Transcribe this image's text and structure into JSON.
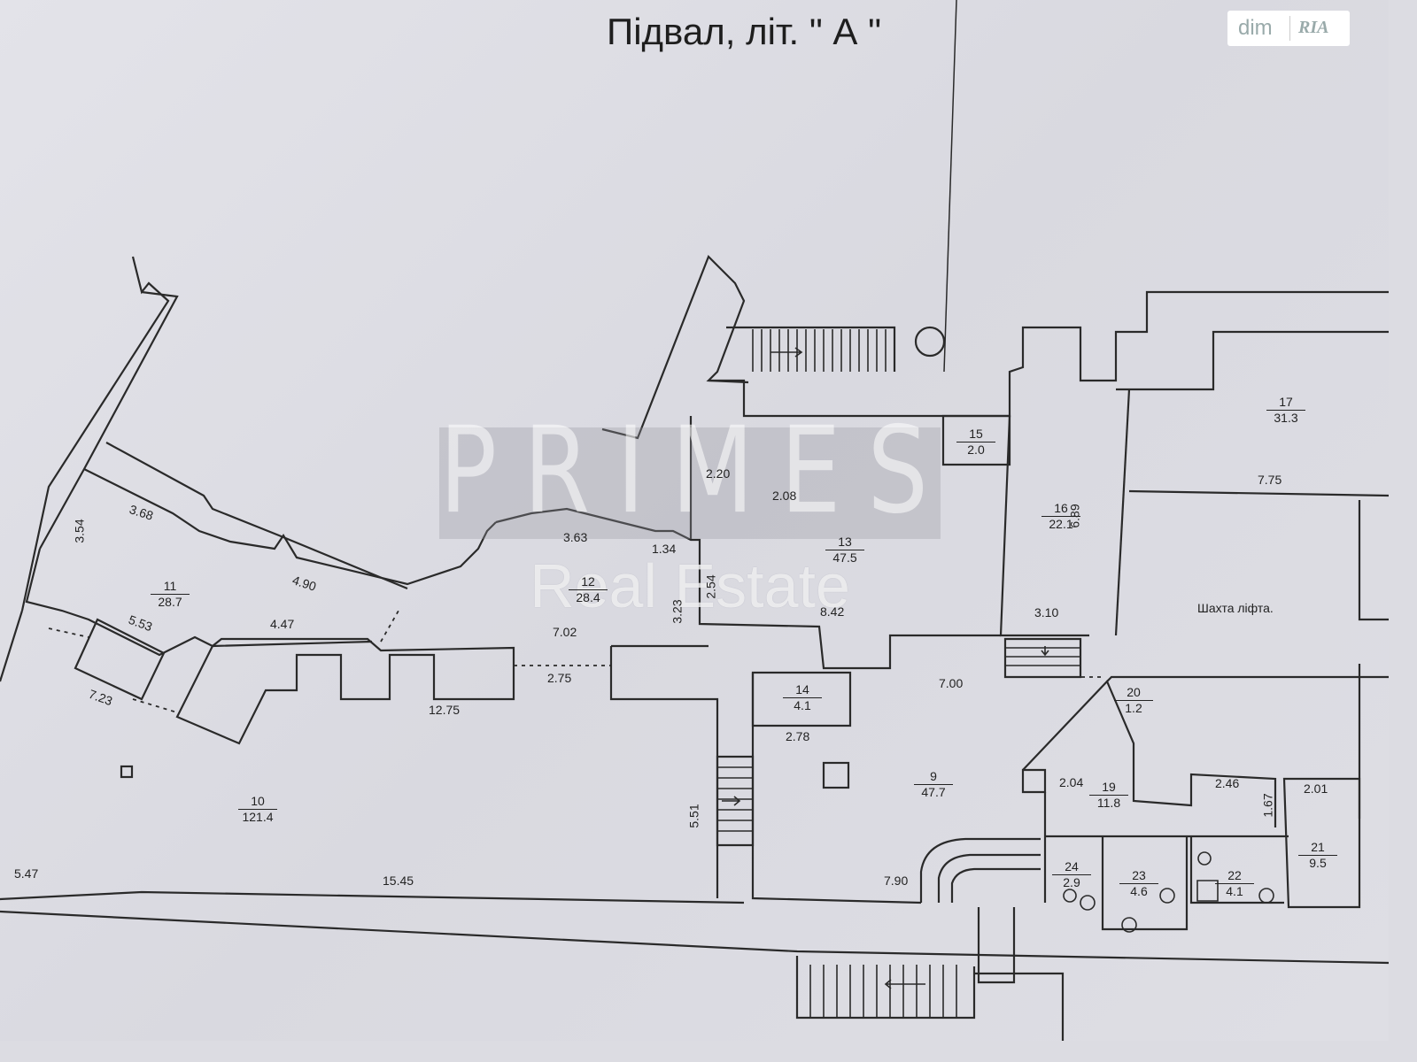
{
  "title": "Підвал, літ. \" А \"",
  "badge": {
    "brand": "dim",
    "brand2": "RIA"
  },
  "watermark": {
    "top": "PRIMES",
    "bottom": "Real Estate"
  },
  "rooms": [
    {
      "no": "9",
      "area": "47.7"
    },
    {
      "no": "10",
      "area": "121.4"
    },
    {
      "no": "11",
      "area": "28.7"
    },
    {
      "no": "12",
      "area": "28.4"
    },
    {
      "no": "13",
      "area": "47.5"
    },
    {
      "no": "14",
      "area": "4.1"
    },
    {
      "no": "15",
      "area": "2.0"
    },
    {
      "no": "16",
      "area": "22.1"
    },
    {
      "no": "17",
      "area": "31.3"
    },
    {
      "no": "19",
      "area": "11.8"
    },
    {
      "no": "20",
      "area": "1.2"
    },
    {
      "no": "21",
      "area": "9.5"
    },
    {
      "no": "22",
      "area": "4.1"
    },
    {
      "no": "23",
      "area": "4.6"
    },
    {
      "no": "24",
      "area": "2.9"
    }
  ],
  "dimensions": [
    "3.54",
    "3.68",
    "4.90",
    "5.53",
    "4.47",
    "7.23",
    "12.75",
    "2.75",
    "7.02",
    "3.63",
    "1.34",
    "2.54",
    "3.23",
    "2.20",
    "2.08",
    "8.42",
    "7.00",
    "2.78",
    "5.51",
    "7.90",
    "5.47",
    "15.45",
    "3.10",
    "6.89",
    "7.75",
    "2.04",
    "2.46",
    "1.67",
    "2.01"
  ],
  "labels": {
    "lift_shaft": "Шахта ліфта."
  }
}
